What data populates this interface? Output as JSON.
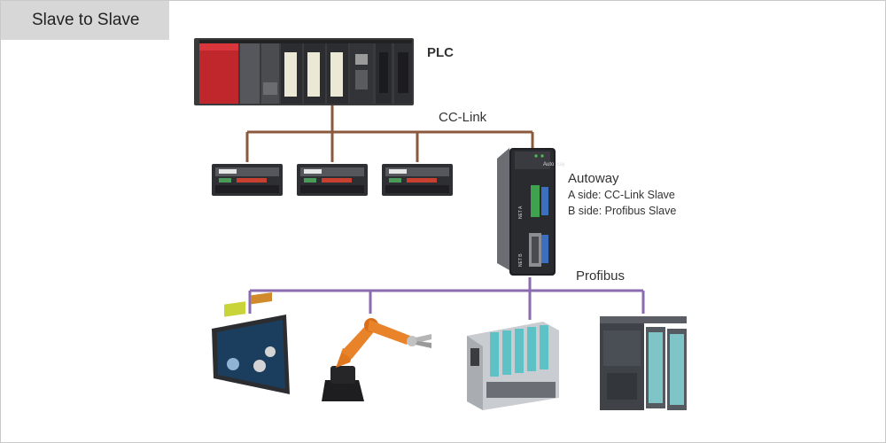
{
  "title": "Slave to Slave",
  "labels": {
    "plc": "PLC",
    "cc_link": "CC-Link",
    "profibus": "Profibus",
    "autoway_title": "Autoway",
    "autoway_a_side": "A side: CC-Link Slave",
    "autoway_b_side": "B side: Profibus Slave"
  },
  "device_text": {
    "autoway_logo": "Auto way",
    "net_a": "NET A",
    "net_b": "NET B"
  },
  "colors": {
    "cc_link_line": "#8b5a3c",
    "profibus_line": "#8a6bb0",
    "title_tab_bg": "#d7d7d7"
  }
}
